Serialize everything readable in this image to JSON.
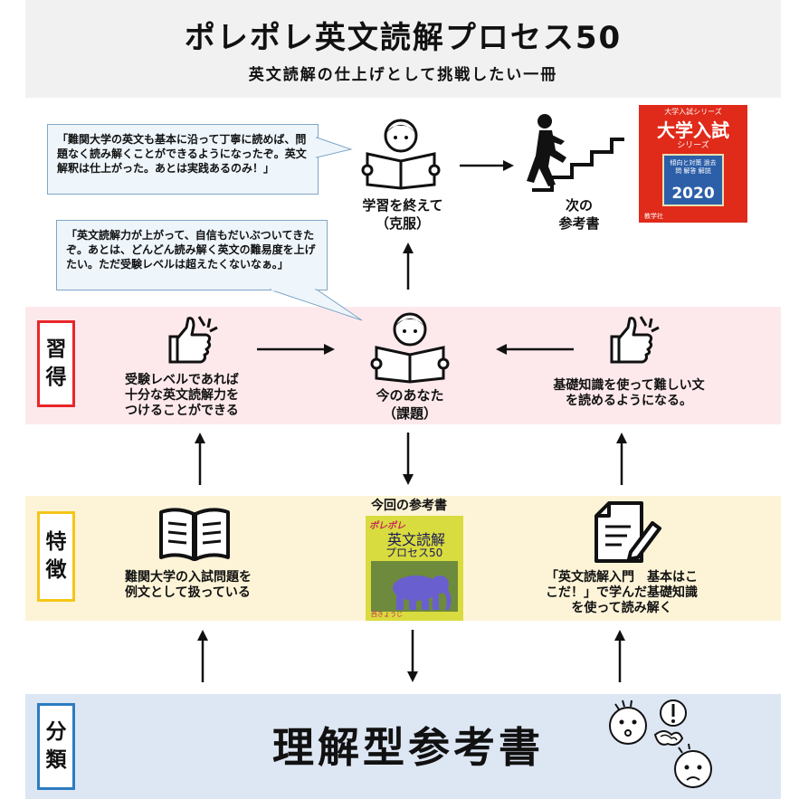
{
  "header": {
    "title": "ポレポレ英文読解プロセス50",
    "subtitle": "英文読解の仕上げとして挑戦したい一冊"
  },
  "bubbles": {
    "top": "「難関大学の英文も基本に沿って丁寧に読めば、問題なく読み解くことができるようになったぞ。英文解釈は仕上がった。あとは実践あるのみ！」",
    "middle": "「英文読解力が上がって、自信もだいぶついてきたぞ。あとは、どんどん読み解く英文の難易度を上げたい。ただ受験レベルは超えたくないなぁ。」"
  },
  "top_row": {
    "finished_line1": "学習を終えて",
    "finished_line2": "（克服）",
    "next_line1": "次の",
    "next_line2": "参考書",
    "book": {
      "series_top": "大学入試シリーズ",
      "title": "大学入試",
      "series": "シリーズ",
      "inner": "傾向と対策 過去問 解答 解説",
      "year": "2020",
      "publisher": "教学社",
      "color": "#e02a1a"
    }
  },
  "sections": {
    "learn": {
      "tag_1": "習",
      "tag_2": "得",
      "color": "#e8262a"
    },
    "feature": {
      "tag_1": "特",
      "tag_2": "徴",
      "color": "#f5c518"
    },
    "category": {
      "tag_1": "分",
      "tag_2": "類",
      "color": "#2b7cc2"
    }
  },
  "learn_row": {
    "left_text": [
      "受験レベルであれば",
      "十分な英文読解力を",
      "つけることができる"
    ],
    "center_line1": "今のあなた",
    "center_line2": "（課題）",
    "right_text": [
      "基礎知識を使って難しい文",
      "を読めるようになる。"
    ]
  },
  "feature_row": {
    "left_text": [
      "難関大学の入試問題を",
      "例文として扱っている"
    ],
    "current_label": "今回の参考書",
    "current_book": {
      "title_small": "ポレポレ",
      "title_main": "英文読解",
      "title_sub": "プロセス50",
      "author": "西きょうじ"
    },
    "right_text": [
      "「英文読解入門　基本はこ",
      "こだ！」で学んだ基礎知識",
      "を使って読み解く"
    ]
  },
  "category_row": {
    "label": "理解型参考書"
  }
}
